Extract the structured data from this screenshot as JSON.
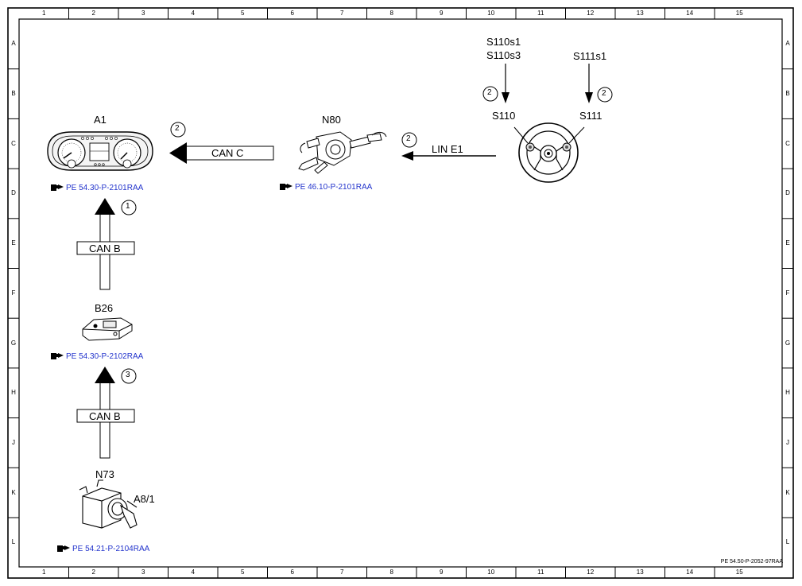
{
  "frame": {
    "columns": [
      "1",
      "2",
      "3",
      "4",
      "5",
      "6",
      "7",
      "8",
      "9",
      "10",
      "11",
      "12",
      "13",
      "14",
      "15"
    ],
    "rows": [
      "A",
      "B",
      "C",
      "D",
      "E",
      "F",
      "G",
      "H",
      "J",
      "K",
      "L"
    ],
    "document_number": "PE 54.50-P-2052-97RAA"
  },
  "components": {
    "a1": {
      "label": "A1",
      "ref": "PE 54.30-P-2101RAA"
    },
    "n80": {
      "label": "N80",
      "ref": "PE 46.10-P-2101RAA"
    },
    "b26": {
      "label": "B26",
      "ref": "PE 54.30-P-2102RAA"
    },
    "n73": {
      "label": "N73",
      "ref": "PE 54.21-P-2104RAA"
    },
    "a8_1": {
      "label": "A8/1"
    },
    "s110": {
      "label": "S110"
    },
    "s111": {
      "label": "S111"
    },
    "s110_inputs": {
      "line1": "S110s1",
      "line2": "S110s3"
    },
    "s111_input": {
      "label": "S111s1"
    }
  },
  "connections": {
    "can_c": {
      "label": "CAN C",
      "step": "2"
    },
    "lin_e1": {
      "label": "LIN E1",
      "step": "2"
    },
    "can_b_upper": {
      "label": "CAN B",
      "step": "1"
    },
    "can_b_lower": {
      "label": "CAN B",
      "step": "3"
    },
    "s110_step": "2",
    "s111_step": "2"
  }
}
